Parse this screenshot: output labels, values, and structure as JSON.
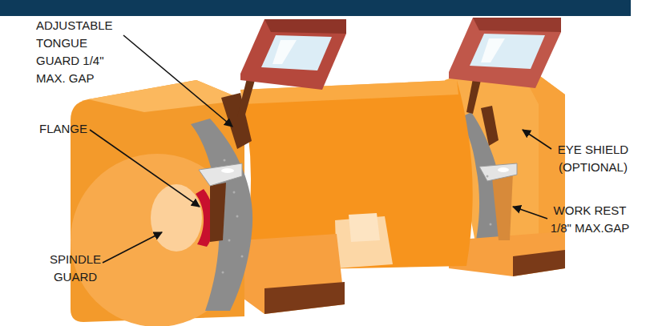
{
  "diagram": {
    "labels": [
      "ADJUSTABLE TONGUE GUARD 1/4\" MAX. GAP",
      "FLANGE",
      "SPINDLE GUARD",
      "EYE SHIELD (OPTIONAL)",
      "WORK REST 1/8\" MAX.GAP"
    ]
  }
}
